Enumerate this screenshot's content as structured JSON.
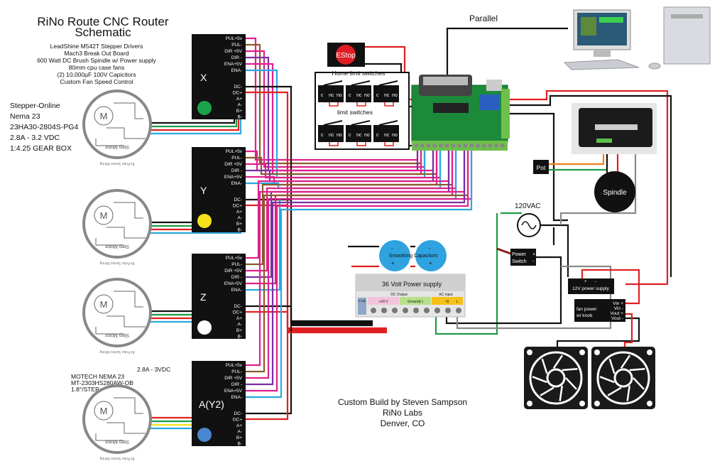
{
  "title": {
    "line1": "RiNo Route CNC Router",
    "line2": "Schematic"
  },
  "parts_list": [
    "LeadShine M542T Stepper Drivers",
    "Mach3 Break Out Board",
    "600 Watt DC Brush Spindle w/ Power supply",
    "80mm cpu case fans",
    "(2) 10,000µF 100V Capicitors",
    "Custom Fan Speed Control"
  ],
  "motor_spec_top": [
    "Stepper-Online",
    "Nema 23",
    "23HA30-2804S-PG4",
    "2.8A - 3.2 VDC",
    "1:4.25 GEAR BOX"
  ],
  "motor_spec_bottom": [
    "MOTECH NEMA 23",
    "MT-2303HS280AW-OB",
    "1.8°/STEP"
  ],
  "motor_spec_bottom_current": "2.8A - 3VDC",
  "motor": {
    "letter": "M",
    "label": "Step Motor",
    "wiring": "Bi-Polar Series Wiring"
  },
  "driver_terminals_top": [
    "PUL+5v",
    "PUL-",
    "DIR +5V",
    "DIR -",
    "ENA+5V",
    "ENA-"
  ],
  "driver_terminals_bottom": [
    "DC-",
    "DC+",
    "A+",
    "A-",
    "B+",
    "B-"
  ],
  "drivers": [
    {
      "axis": "X",
      "color": "#1aa34a"
    },
    {
      "axis": "Y",
      "color": "#f5e11a"
    },
    {
      "axis": "Z",
      "color": "#ffffff"
    },
    {
      "axis": "A(Y2)",
      "color": "#4a86d0"
    }
  ],
  "estop": "EStop",
  "home_switches_label": "Home limit switches",
  "limit_switches_label": "limit switches",
  "switch_pins": [
    "c",
    "nc",
    "no"
  ],
  "parallel_label": "Parallel",
  "pot_label": "Pot",
  "spindle_label": "Spindle",
  "ac_label": "120VAC",
  "power_switch": {
    "line1": "Power",
    "line2": "Switch",
    "plus": "+",
    "minus": "-"
  },
  "capacitors": {
    "label": "Smoothing Capacitors",
    "minus": "-",
    "plus": "+"
  },
  "psu36": {
    "title": "36 Volt Power supply",
    "dc_output": "DC Output",
    "ac_input": "AC input",
    "vadj": "V Adj",
    "plus24": "+24 V",
    "ground": "Ground(-)",
    "n": "N",
    "l": "L"
  },
  "psu12": {
    "label": "12V power supply",
    "plus": "+",
    "minus": "-"
  },
  "fan_power": {
    "line1": "fan power",
    "line2": "w/ knob",
    "pins": [
      "Vin +",
      "Vin -",
      "Vout +",
      "Vout -"
    ]
  },
  "credits": [
    "Custom Build by Steven Sampson",
    "RiNo Labs",
    "Denver, CO"
  ],
  "wire_colors": {
    "red": "#e02020",
    "black": "#111111",
    "green": "#1e9c46",
    "blue": "#2aa8e0",
    "magenta": "#e0208c",
    "brown": "#8a5a2b",
    "purple": "#7a2fa0",
    "yellow": "#f5e11a",
    "orange": "#f07f1a",
    "gray": "#8a8a8a"
  }
}
